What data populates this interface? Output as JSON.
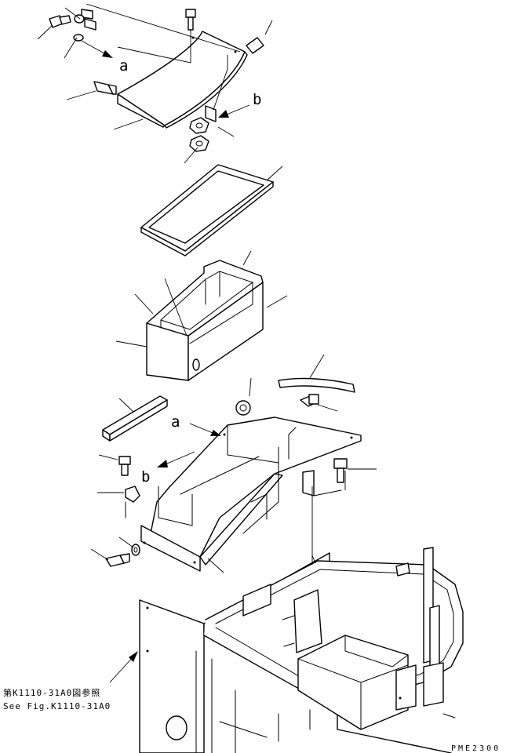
{
  "callouts": {
    "a_top": "a",
    "b_top": "b",
    "a_lower": "a",
    "b_lower": "b"
  },
  "reference_note": {
    "jp": "第K1110-31A0図参照",
    "en": "See Fig.K1110-31A0"
  },
  "drawing_code": "PME2300"
}
